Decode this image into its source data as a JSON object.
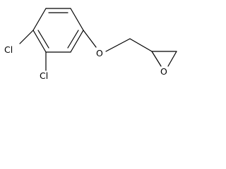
{
  "molecule": {
    "name": "",
    "atoms": {
      "chlorine_top": "Cl",
      "chlorine_bottom": "Cl",
      "ether_oxygen": "O",
      "epoxide_oxygen": "O"
    }
  }
}
